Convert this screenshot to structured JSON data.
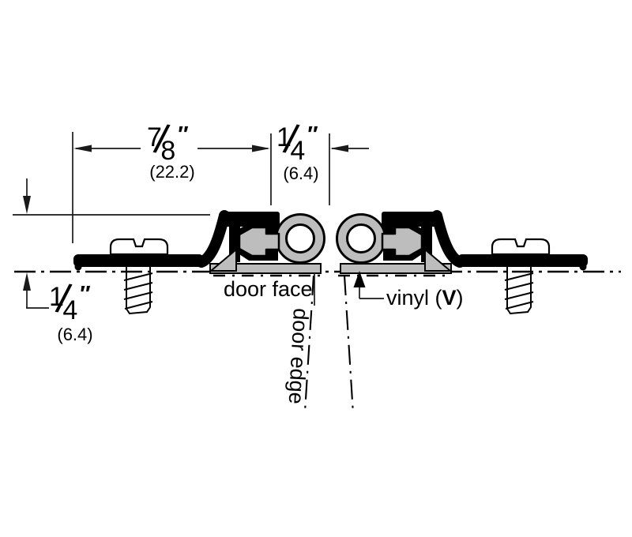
{
  "dim_top_major": {
    "num": "7",
    "den": "8",
    "unit": "″",
    "metric": "(22.2)"
  },
  "dim_top_minor": {
    "num": "1",
    "den": "4",
    "unit": "″",
    "metric": "(6.4)"
  },
  "dim_left": {
    "num": "1",
    "den": "4",
    "unit": "″",
    "metric": "(6.4)"
  },
  "labels": {
    "door_face": "door face",
    "vinyl_pre": "vinyl (",
    "vinyl_bold": "V",
    "vinyl_post": ")",
    "door_edge": "door edge"
  },
  "colors": {
    "vinyl_gray": "#bdbdbd",
    "outline": "#000000",
    "line": "#1a1a1a",
    "background": "#ffffff"
  }
}
